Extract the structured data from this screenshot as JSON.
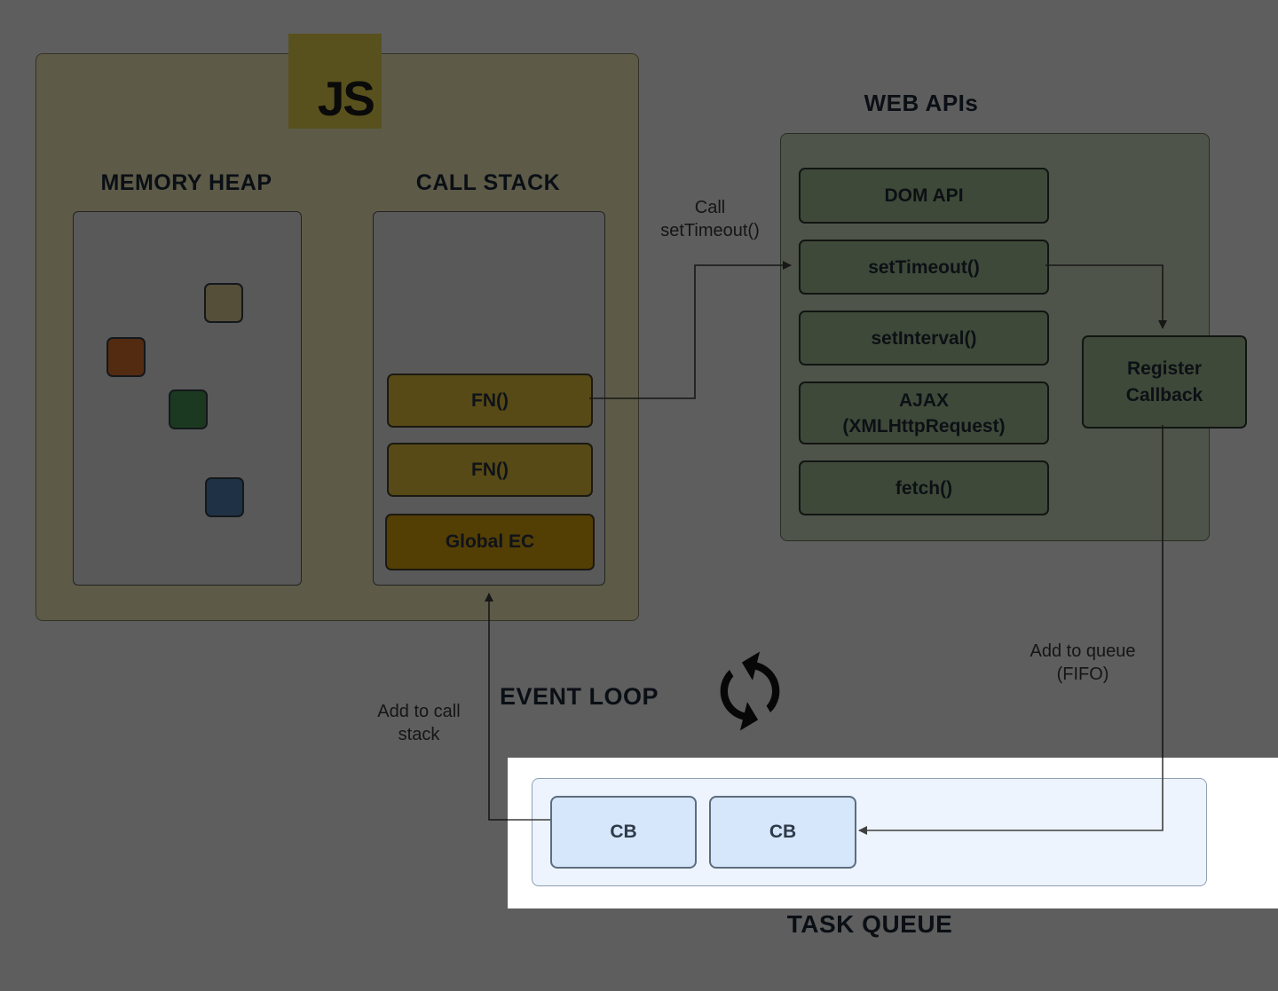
{
  "diagram": {
    "js_logo_text": "JS",
    "memory_heap": {
      "title": "MEMORY HEAP"
    },
    "call_stack": {
      "title": "CALL STACK",
      "frames": [
        "FN()",
        "FN()",
        "Global EC"
      ]
    },
    "web_apis": {
      "title": "WEB APIs",
      "boxes": [
        {
          "label": "DOM API"
        },
        {
          "label": "setTimeout()"
        },
        {
          "label": "setInterval()"
        },
        {
          "label": "AJAX",
          "label_line2": "(XMLHttpRequest)"
        },
        {
          "label": "fetch()"
        }
      ]
    },
    "register_callback": {
      "line1": "Register",
      "line2": "Callback"
    },
    "event_loop": {
      "label": "EVENT LOOP"
    },
    "task_queue": {
      "title": "TASK QUEUE",
      "callbacks": [
        "CB",
        "CB"
      ]
    },
    "annotations": {
      "call_settimeout": {
        "line1": "Call",
        "line2": "setTimeout()"
      },
      "add_to_call_stack": {
        "line1": "Add to call",
        "line2": "stack"
      },
      "add_to_queue": {
        "line1": "Add to queue",
        "line2": "(FIFO)"
      }
    },
    "colors": {
      "js_yellow": "#f0db4f",
      "runtime_bg": "#fbf5c3",
      "stack_frame_yellow": "#edc83d",
      "global_ec_gold": "#e2a90c",
      "web_api_box_green": "#aac79a",
      "web_api_container_green": "#d5e3c8",
      "task_queue_bg": "#edf4fd",
      "callback_blue": "#d6e6fb",
      "heap_square_yellow": "#e6d79a",
      "heap_square_orange": "#e0752c",
      "heap_square_green": "#4a9a58",
      "heap_square_blue": "#5588bb",
      "dim_overlay": "rgba(0,0,0,0.63)",
      "connector_stroke": "#3f3f3f"
    }
  }
}
